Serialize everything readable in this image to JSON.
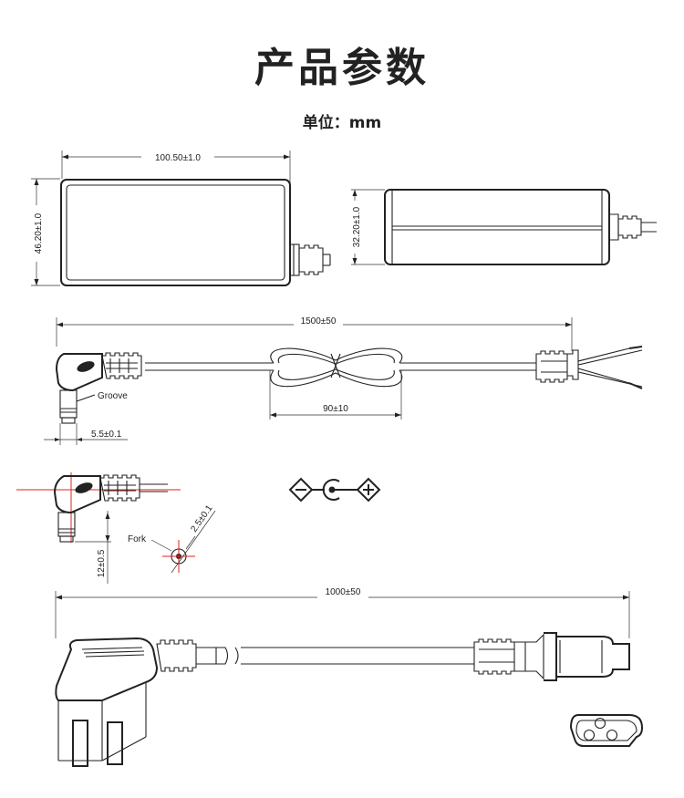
{
  "title": "产品参数",
  "unit_label": "单位：mm",
  "dimensions": {
    "top_width": "100.50±1.0",
    "top_height": "46.20±1.0",
    "side_height": "32.20±1.0",
    "dc_cable_length": "1500±50",
    "loop_length": "90±10",
    "plug_length": "5.5±0.1",
    "plug_offset": "12±0.5",
    "fork_gap": "2.5±0.1",
    "ac_cable_length": "1000±50"
  },
  "labels": {
    "groove": "Groove",
    "fork": "Fork"
  }
}
